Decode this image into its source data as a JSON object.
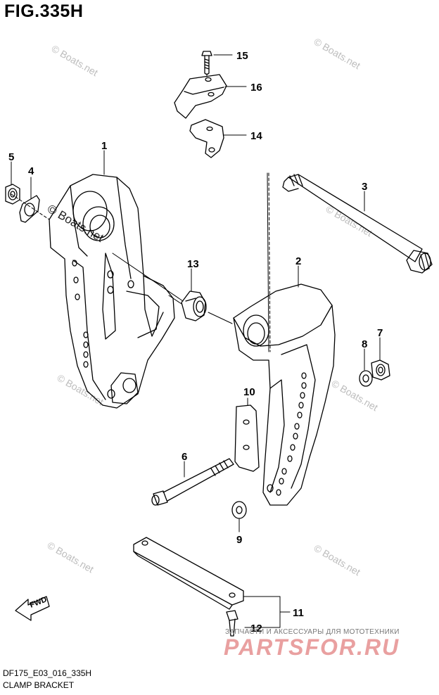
{
  "figure": {
    "title": "FIG.335H",
    "code": "DF175_E03_016_335H",
    "name": "CLAMP BRACKET"
  },
  "callouts": {
    "c1": "1",
    "c2": "2",
    "c3": "3",
    "c4": "4",
    "c5": "5",
    "c6": "6",
    "c7": "7",
    "c8": "8",
    "c9": "9",
    "c10": "10",
    "c11": "11",
    "c12": "12",
    "c13": "13",
    "c14": "14",
    "c15": "15",
    "c16": "16"
  },
  "fwd_label": "FWD",
  "watermarks": {
    "copyright": "© Boats.net",
    "brand_line": "ЗАПЧАСТИ И АКСЕССУАРЫ ДЛЯ МОТОТЕХНИКИ",
    "brand_logo": "PARTSFOR.RU"
  }
}
